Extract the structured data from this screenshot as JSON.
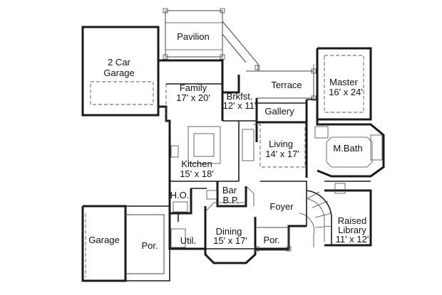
{
  "rooms": {
    "pavilion": {
      "name": "Pavilion"
    },
    "two_car_garage": {
      "line1": "2 Car",
      "line2": "Garage"
    },
    "family": {
      "name": "Family",
      "size": "17' x 20'"
    },
    "breakfast": {
      "name": "Brkfst.",
      "size": "12' x 11'"
    },
    "terrace": {
      "name": "Terrace"
    },
    "master": {
      "name": "Master",
      "size": "16' x 24'"
    },
    "gallery": {
      "name": "Gallery"
    },
    "living": {
      "name": "Living",
      "size": "14' x 17'"
    },
    "master_bath": {
      "name": "M.Bath"
    },
    "kitchen": {
      "name": "Kitchen",
      "size": "15' x 18'"
    },
    "home_office": {
      "name": "H.O."
    },
    "bar": {
      "name": "Bar"
    },
    "butler_pantry": {
      "name": "B.P."
    },
    "foyer": {
      "name": "Foyer"
    },
    "raised_library": {
      "line1": "Raised",
      "line2": "Library",
      "size": "11' x 12'"
    },
    "garage": {
      "name": "Garage"
    },
    "porch_left": {
      "name": "Por."
    },
    "utility": {
      "name": "Util."
    },
    "dining": {
      "name": "Dining",
      "size": "15' x 17'"
    },
    "porch_front": {
      "name": "Por."
    }
  }
}
